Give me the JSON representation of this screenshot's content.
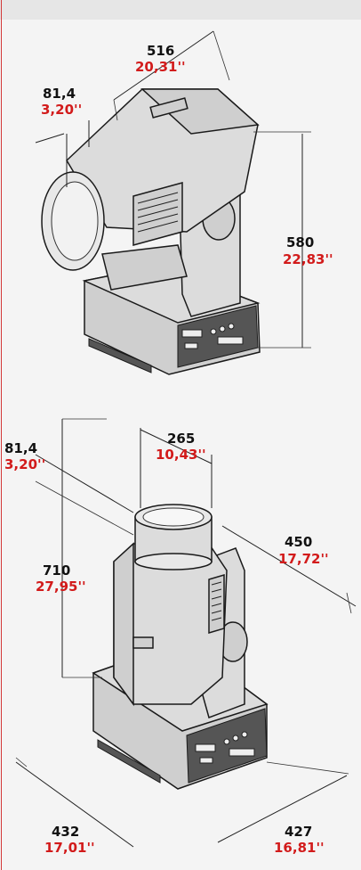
{
  "diagram": {
    "top_view": {
      "width": {
        "mm": "516",
        "in": "20,31''"
      },
      "lens_offset": {
        "mm": "81,4",
        "in": "3,20''"
      },
      "height": {
        "mm": "580",
        "in": "22,83''"
      }
    },
    "bottom_view": {
      "lens_offset": {
        "mm": "81,4",
        "in": "3,20''"
      },
      "head_width": {
        "mm": "265",
        "in": "10,43''"
      },
      "depth": {
        "mm": "450",
        "in": "17,72''"
      },
      "height": {
        "mm": "710",
        "in": "27,95''"
      },
      "base_length": {
        "mm": "432",
        "in": "17,01''"
      },
      "base_width": {
        "mm": "427",
        "in": "16,81''"
      }
    }
  },
  "colors": {
    "mm_label": "#111111",
    "inch_label": "#d21b1b",
    "background": "#f4f4f4",
    "border_accent": "#d33a3a"
  }
}
